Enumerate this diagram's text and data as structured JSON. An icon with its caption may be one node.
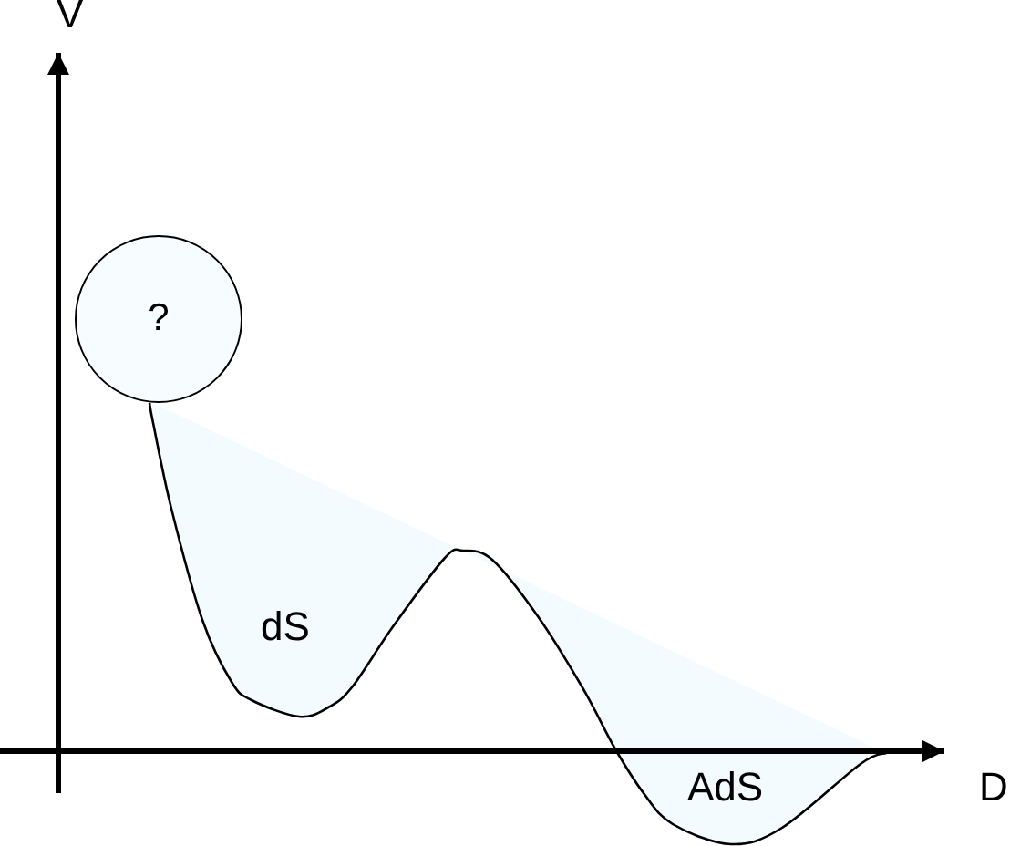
{
  "diagram": {
    "nodes": [
      {
        "text": [
          "?"
        ]
      }
    ],
    "labels": [
      "V",
      "dS",
      "AdS",
      "D"
    ]
  }
}
